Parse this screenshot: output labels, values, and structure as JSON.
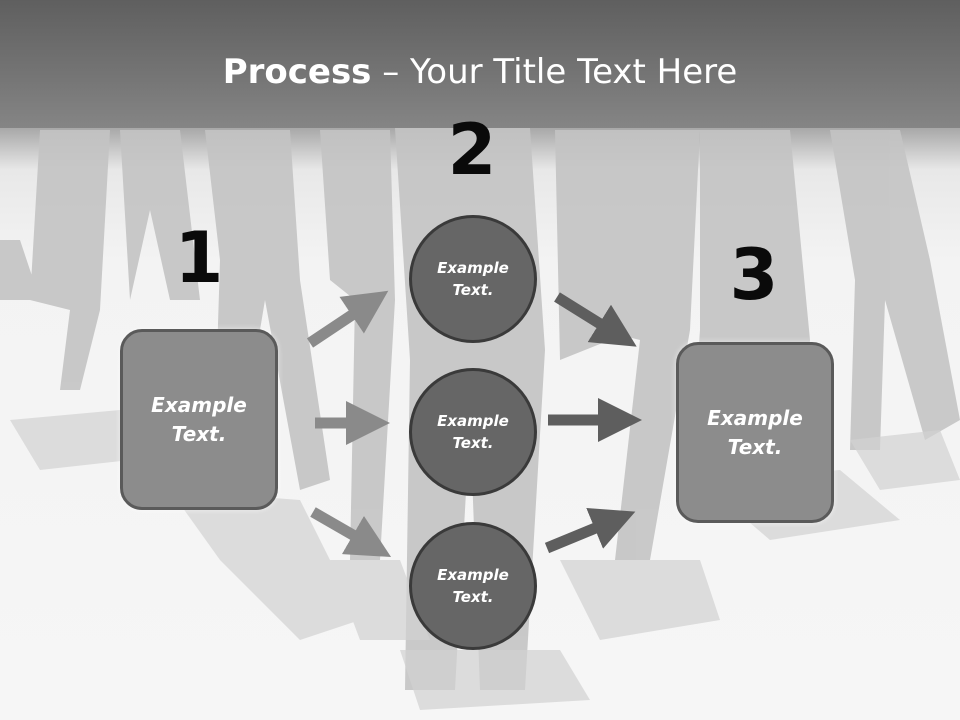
{
  "title": {
    "bold": "Process",
    "rest": " – Your Title Text Here"
  },
  "steps": {
    "one": "1",
    "two": "2",
    "three": "3"
  },
  "boxes": {
    "left": "Example\nText.",
    "right": "Example\nText."
  },
  "circles": {
    "top": "Example\nText.",
    "middle": "Example\nText.",
    "bottom": "Example\nText."
  },
  "colors": {
    "header": "#6e6e6e",
    "box_fill": "#8c8c8c",
    "circle_fill": "#666666",
    "arrow_left": "#8a8a8a",
    "arrow_right": "#5e5e5e"
  }
}
